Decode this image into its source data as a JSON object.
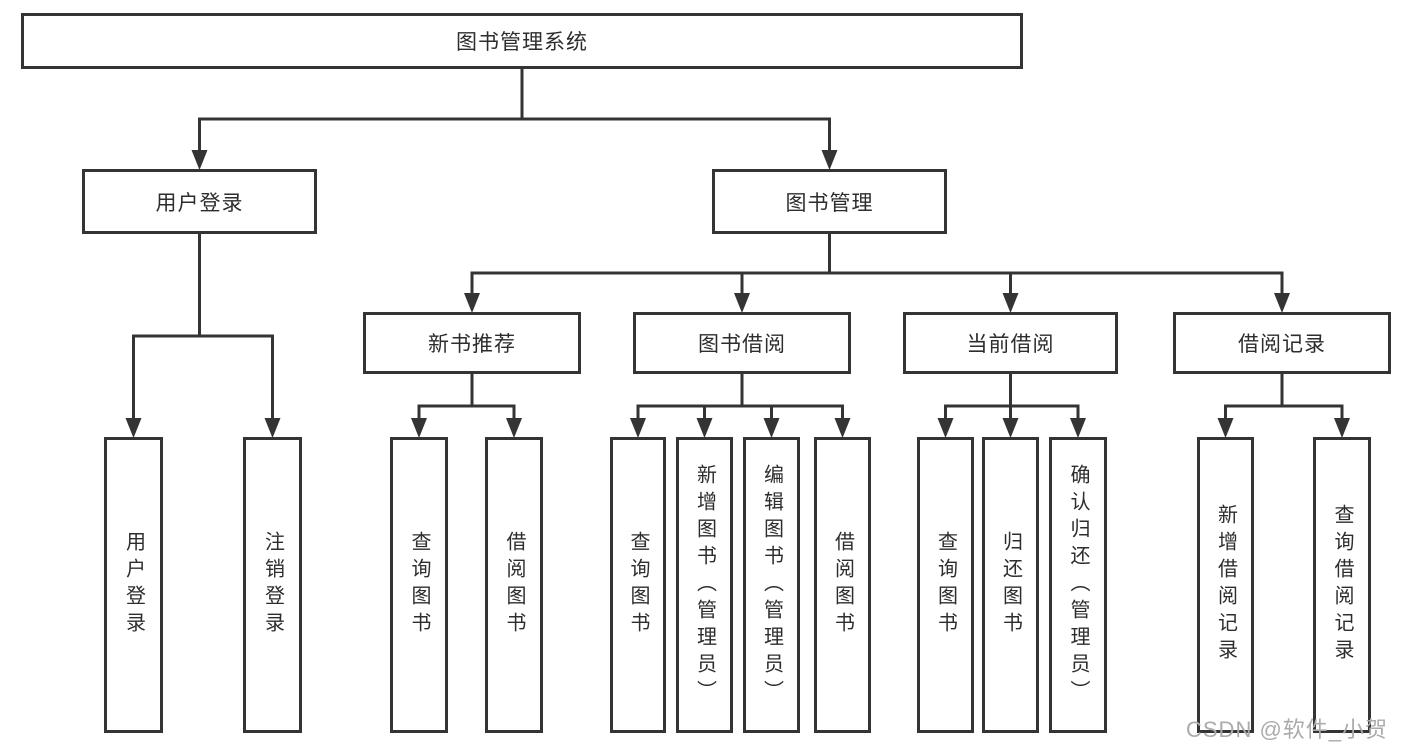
{
  "diagram_title": "图书管理系统",
  "watermark": "CSDN @软件_小贺同学",
  "colors": {
    "line": "#343434",
    "box_border": "#343434",
    "box_background": "#ffffff",
    "text": "#2d2d2d",
    "watermark_text": "#ababab"
  },
  "nodes": {
    "root": "图书管理系统",
    "user_login": "用户登录",
    "book_mgmt": "图书管理",
    "leaf_login": "用户登录",
    "leaf_logout": "注销登录",
    "new_books": "新书推荐",
    "book_borrow": "图书借阅",
    "current_borrow": "当前借阅",
    "borrow_records": "借阅记录",
    "nb_query_book": "查询图书",
    "nb_borrow_book": "借阅图书",
    "bb_query_book": "查询图书",
    "bb_add_book": "新增图书（管理员）",
    "bb_edit_book": "编辑图书（管理员）",
    "bb_borrow_book": "借阅图书",
    "cb_query_book": "查询图书",
    "cb_return_book": "归还图书",
    "cb_confirm_return": "确认归还（管理员）",
    "br_add_record": "新增借阅记录",
    "br_query_record": "查询借阅记录"
  }
}
